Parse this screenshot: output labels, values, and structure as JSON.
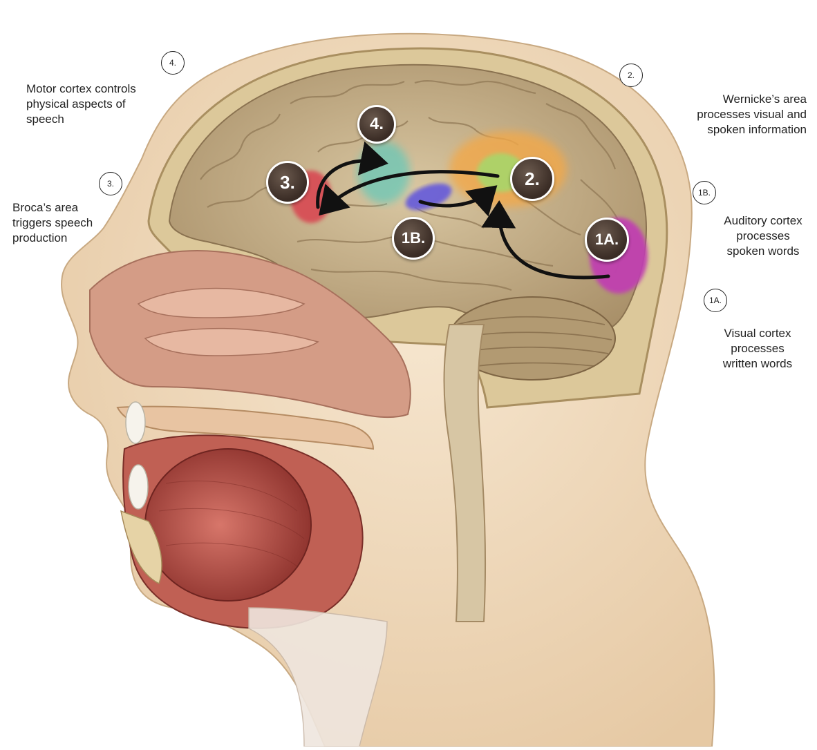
{
  "colors": {
    "visual_cortex": "#c040b0",
    "wernicke": "#f2a848",
    "wernicke_core": "#a8d66a",
    "auditory": "#6a5ed8",
    "broca": "#d84a52",
    "motor": "#68c8b8",
    "brain": "#cbb58e",
    "skin": "#f0dcc0",
    "bone": "#dcc89a"
  },
  "badges": {
    "b4": "4.",
    "b3": "3.",
    "b2": "2.",
    "b1b": "1B.",
    "b1a": "1A."
  },
  "legend": {
    "n4": "4.",
    "motor": "Motor cortex controls\nphysical aspects of\nspeech",
    "n3": "3.",
    "broca": "Broca’s area\ntriggers speech\nproduction",
    "n2": "2.",
    "wernicke": "Wernicke’s area\nprocesses visual and\nspoken information",
    "n1b": "1B.",
    "auditory": "Auditory cortex\nprocesses\nspoken words",
    "n1a": "1A.",
    "visual": "Visual cortex\nprocesses\nwritten words"
  }
}
